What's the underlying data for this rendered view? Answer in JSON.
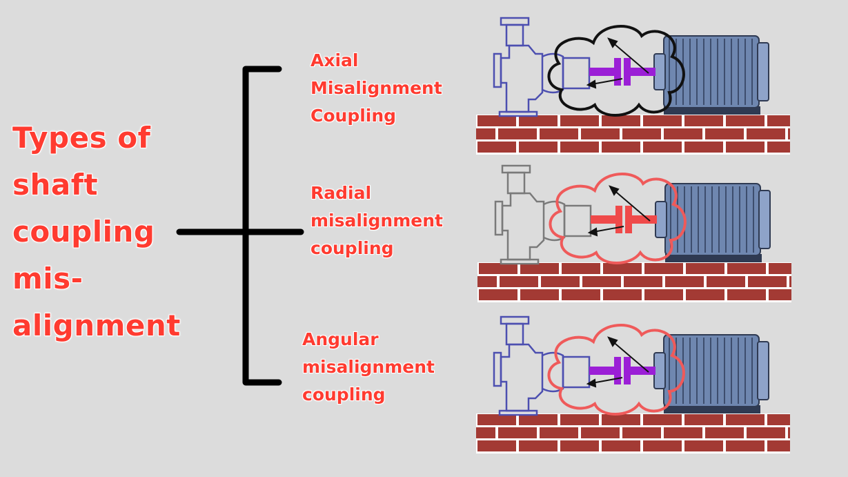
{
  "title": {
    "lines": [
      "Types of",
      "shaft",
      "coupling",
      "mis-",
      "alignment"
    ]
  },
  "types": [
    {
      "lines": [
        "Axial",
        "Misalignment",
        "Coupling"
      ],
      "highlight_color": "#111111",
      "coupling_color": "#9b1fd6"
    },
    {
      "lines": [
        "Radial",
        "misalignment",
        "coupling"
      ],
      "highlight_color": "#ef5a5a",
      "coupling_color": "#ef4a4a"
    },
    {
      "lines": [
        "Angular",
        "misalignment",
        "coupling"
      ],
      "highlight_color": "#ef5a5a",
      "coupling_color": "#9b1fd6"
    }
  ],
  "colors": {
    "text": "#ff3b30",
    "bracket": "#000000",
    "brick": "#a33a34",
    "motor": "#6f87b0",
    "pump_blue": "#4c4fb0",
    "pump_gray": "#7a7a7a"
  }
}
